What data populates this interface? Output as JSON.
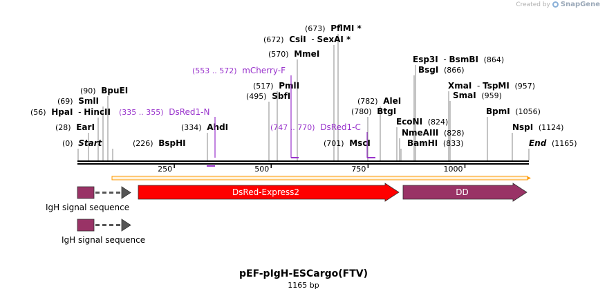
{
  "credit": {
    "prefix": "Created by",
    "brand": "SnapGene"
  },
  "map": {
    "name": "pEF-pIgH-ESCargo(FTV)",
    "length_label": "1165 bp",
    "length": 1165
  },
  "sites": [
    {
      "name": "Start",
      "pos_label": "(0)",
      "bp": 0,
      "italic": true,
      "pos_after": false
    },
    {
      "name": "EarI",
      "pos_label": "(28)",
      "bp": 28
    },
    {
      "name": "HpaI",
      "pos_label": "(56)",
      "bp": 56,
      "partner": "HincII"
    },
    {
      "name": "SmlI",
      "pos_label": "(69)",
      "bp": 69
    },
    {
      "name": "BpuEI",
      "pos_label": "(90)",
      "bp": 90
    },
    {
      "name": "BspHI",
      "pos_label": "(226)",
      "bp": 226,
      "pos_after": false
    },
    {
      "name": "AhdI",
      "pos_label": "(334)",
      "bp": 334
    },
    {
      "name": "SbfI",
      "pos_label": "(495)",
      "bp": 495
    },
    {
      "name": "PmlI",
      "pos_label": "(517)",
      "bp": 517
    },
    {
      "name": "MmeI",
      "pos_label": "(570)",
      "bp": 570
    },
    {
      "name": "CsiI",
      "pos_label": "(672)",
      "bp": 672,
      "partner": "SexAI *"
    },
    {
      "name": "PflMI *",
      "pos_label": "(673)",
      "bp": 673
    },
    {
      "name": "MscI",
      "pos_label": "(701)",
      "bp": 701,
      "pos_after": false
    },
    {
      "name": "BtgI",
      "pos_label": "(780)",
      "bp": 780
    },
    {
      "name": "AleI",
      "pos_label": "(782)",
      "bp": 782
    },
    {
      "name": "EcoNI",
      "pos_label": "(824)",
      "bp": 824,
      "pos_after": true
    },
    {
      "name": "NmeAIII",
      "pos_label": "(828)",
      "bp": 828,
      "pos_after": true
    },
    {
      "name": "BamHI",
      "pos_label": "(833)",
      "bp": 833,
      "pos_after": true
    },
    {
      "name": "BsgI",
      "pos_label": "(866)",
      "bp": 866,
      "pos_after": true
    },
    {
      "name": "Esp3I",
      "pos_label": "(864)",
      "bp": 864,
      "partner": "BsmBI",
      "pos_after": true
    },
    {
      "name": "SmaI",
      "pos_label": "(959)",
      "bp": 959,
      "pos_after": true
    },
    {
      "name": "XmaI",
      "pos_label": "(957)",
      "bp": 957,
      "partner": "TspMI",
      "pos_after": true
    },
    {
      "name": "BpmI",
      "pos_label": "(1056)",
      "bp": 1056,
      "pos_after": true
    },
    {
      "name": "NspI",
      "pos_label": "(1124)",
      "bp": 1124,
      "pos_after": true
    },
    {
      "name": "End",
      "pos_label": "(1165)",
      "bp": 1165,
      "italic": true,
      "pos_after": true
    }
  ],
  "primers": [
    {
      "name": "DsRed1-N",
      "range_label": "(335 .. 355)",
      "start": 335,
      "end": 355
    },
    {
      "name": "mCherry-F",
      "range_label": "(553 .. 572)",
      "start": 553,
      "end": 572
    },
    {
      "name": "DsRed1-C",
      "range_label": "(747 .. 770)",
      "start": 747,
      "end": 770
    }
  ],
  "ticks": [
    {
      "label": "250",
      "bp": 250
    },
    {
      "label": "500",
      "bp": 500
    },
    {
      "label": "750",
      "bp": 750
    },
    {
      "label": "1000",
      "bp": 1000
    }
  ],
  "features": [
    {
      "name": "DsRed-Express2",
      "start": 160,
      "end": 837,
      "color": "#ff0000"
    },
    {
      "name": "DD",
      "start": 848,
      "end": 1165,
      "color": "#993366"
    }
  ],
  "signal_sequences": [
    {
      "name": "IgH signal sequence",
      "color": "#993366"
    },
    {
      "name": "IgH signal sequence",
      "color": "#993366"
    }
  ],
  "colors": {
    "primer": "#9933cc",
    "orf_line": "#ff9900",
    "backbone": "#000000",
    "leader_line": "#888888"
  }
}
